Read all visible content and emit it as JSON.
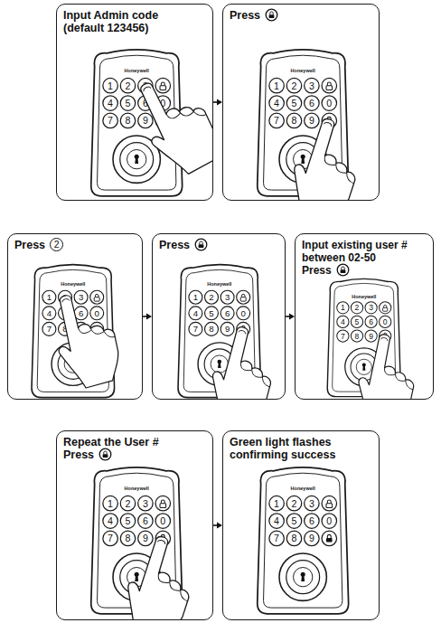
{
  "diagram": {
    "nodes": [
      {
        "text": [
          "Input Admin code (default 123456)"
        ]
      },
      {
        "text": [
          "Press"
        ]
      },
      {
        "text": [
          "Press",
          "2"
        ]
      },
      {
        "text": [
          "Press"
        ]
      },
      {
        "text": [
          "Input existing user # between 02-50",
          "Press"
        ]
      },
      {
        "text": [
          "Repeat the User #",
          "Press"
        ]
      },
      {
        "text": [
          "Green light flashes confirming success"
        ]
      }
    ],
    "edges": [
      {
        "from": 0,
        "to": 1,
        "arrow": "to"
      },
      {
        "from": 2,
        "to": 3,
        "arrow": "to"
      },
      {
        "from": 3,
        "to": 4,
        "arrow": "to"
      },
      {
        "from": 5,
        "to": 6,
        "arrow": "to"
      }
    ],
    "labels": [
      "Honeywell",
      "1",
      "2",
      "3",
      "4",
      "5",
      "6",
      "0",
      "7",
      "8",
      "9",
      "Honeywell",
      "1",
      "2",
      "3",
      "4",
      "5",
      "6",
      "0",
      "7",
      "8",
      "9",
      "Honeywell",
      "1",
      "2",
      "3",
      "4",
      "5",
      "6",
      "0",
      "7",
      "8",
      "9",
      "Honeywell",
      "1",
      "2",
      "3",
      "4",
      "5",
      "6",
      "0",
      "7",
      "8",
      "9",
      "Honeywell",
      "1",
      "2",
      "3",
      "4",
      "5",
      "6",
      "0",
      "7",
      "8",
      "9",
      "Honeywell",
      "1",
      "2",
      "3",
      "4",
      "5",
      "6",
      "0",
      "7",
      "8",
      "9",
      "Honeywell",
      "1",
      "2",
      "3",
      "4",
      "5",
      "6",
      "0",
      "7",
      "8",
      "9"
    ]
  }
}
